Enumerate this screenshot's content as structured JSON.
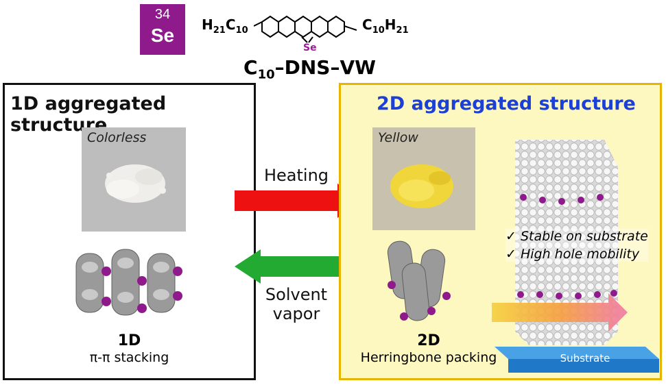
{
  "element": {
    "number": "34",
    "symbol": "Se"
  },
  "molecule": {
    "left_chain": {
      "h": "H",
      "h_sub": "21",
      "c": "C",
      "c_sub": "10"
    },
    "right_chain": {
      "c": "C",
      "c_sub": "10",
      "h": "H",
      "h_sub": "21"
    },
    "heteroatom": "Se",
    "name_prefix": "C",
    "name_sub": "10",
    "name_suffix": "–DNS–VW"
  },
  "panel_1d": {
    "title": "1D aggregated structure",
    "photo_label": "Colorless",
    "caption_main": "1D",
    "caption_sub": "π-π stacking"
  },
  "panel_2d": {
    "title": "2D aggregated structure",
    "photo_label": "Yellow",
    "caption_main": "2D",
    "caption_sub": "Herringbone packing",
    "features": [
      "Stable on substrate",
      "High hole mobility"
    ],
    "substrate_label": "Substrate"
  },
  "arrows": {
    "forward_label": "Heating",
    "reverse_label_line1": "Solvent",
    "reverse_label_line2": "vapor"
  },
  "colors": {
    "se_purple": "#8e1a8c",
    "panel_2d_border": "#e8b400",
    "panel_2d_bg": "#fdf7c0",
    "title_2d": "#1c3fd6",
    "heat_arrow": "#ee1111",
    "vapor_arrow": "#22aa33",
    "substrate": "#1f78c8"
  }
}
